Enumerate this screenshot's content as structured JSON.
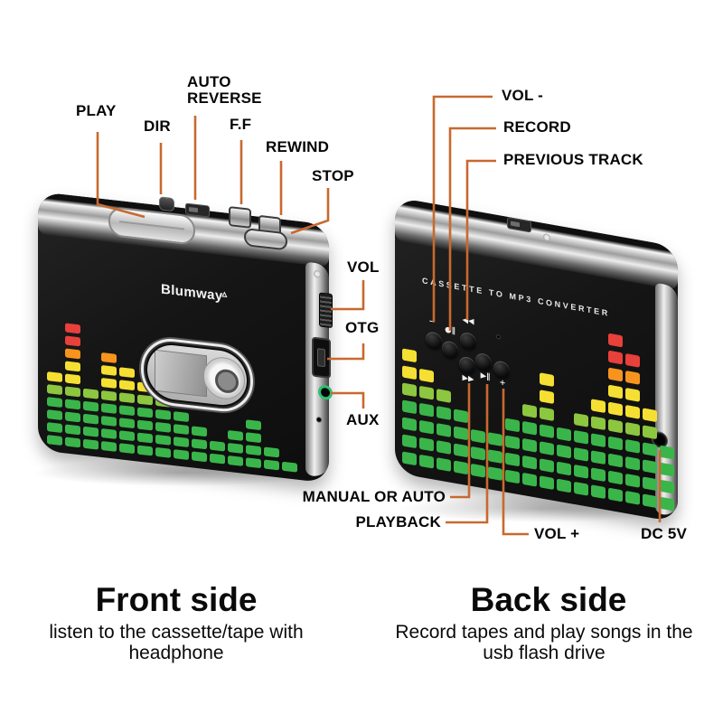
{
  "annotations": {
    "play": "PLAY",
    "dir": "DIR",
    "auto_reverse": "AUTO REVERSE",
    "ff": "F.F",
    "rewind": "REWIND",
    "stop": "STOP",
    "vol": "VOL",
    "otg": "OTG",
    "aux": "AUX",
    "vol_minus": "VOL -",
    "record": "RECORD",
    "previous_track": "PREVIOUS TRACK",
    "manual_or_auto": "MANUAL OR AUTO",
    "playback": "PLAYBACK",
    "vol_plus": "VOL +",
    "dc_5v": "DC 5V"
  },
  "front": {
    "heading": "Front side",
    "description": [
      "listen to the cassette/tape with",
      "headphone"
    ],
    "logo": "Blumway",
    "logo_mark": "▵",
    "equalizer": [
      6,
      10,
      5,
      8,
      7,
      6,
      5,
      4,
      3,
      2,
      3,
      4,
      2,
      1
    ]
  },
  "back": {
    "heading": "Back side",
    "description": [
      "Record tapes and play songs in the",
      "usb flash drive"
    ],
    "panel_text": "CASSETTE TO MP3 CONVERTER",
    "buttons": [
      {
        "name": "vol-minus",
        "symbol": "−"
      },
      {
        "name": "record",
        "symbol": "●∥"
      },
      {
        "name": "previous-track",
        "symbol": "◀◀"
      },
      {
        "name": "next-track",
        "symbol": "▶▶"
      },
      {
        "name": "play-pause",
        "symbol": "▶∥"
      },
      {
        "name": "vol-plus",
        "symbol": "+"
      }
    ],
    "equalizer": [
      7,
      6,
      5,
      4,
      3,
      3,
      4,
      5,
      7,
      4,
      5,
      6,
      10,
      9,
      6,
      4
    ]
  },
  "colors": {
    "line": "#C8692F",
    "eq_green": "#3AB54A",
    "eq_light_green": "#8DC63F",
    "eq_yellow": "#F5DF32",
    "eq_orange": "#F7941E",
    "eq_red": "#E8403A",
    "aux_ring": "#2FBF71"
  }
}
